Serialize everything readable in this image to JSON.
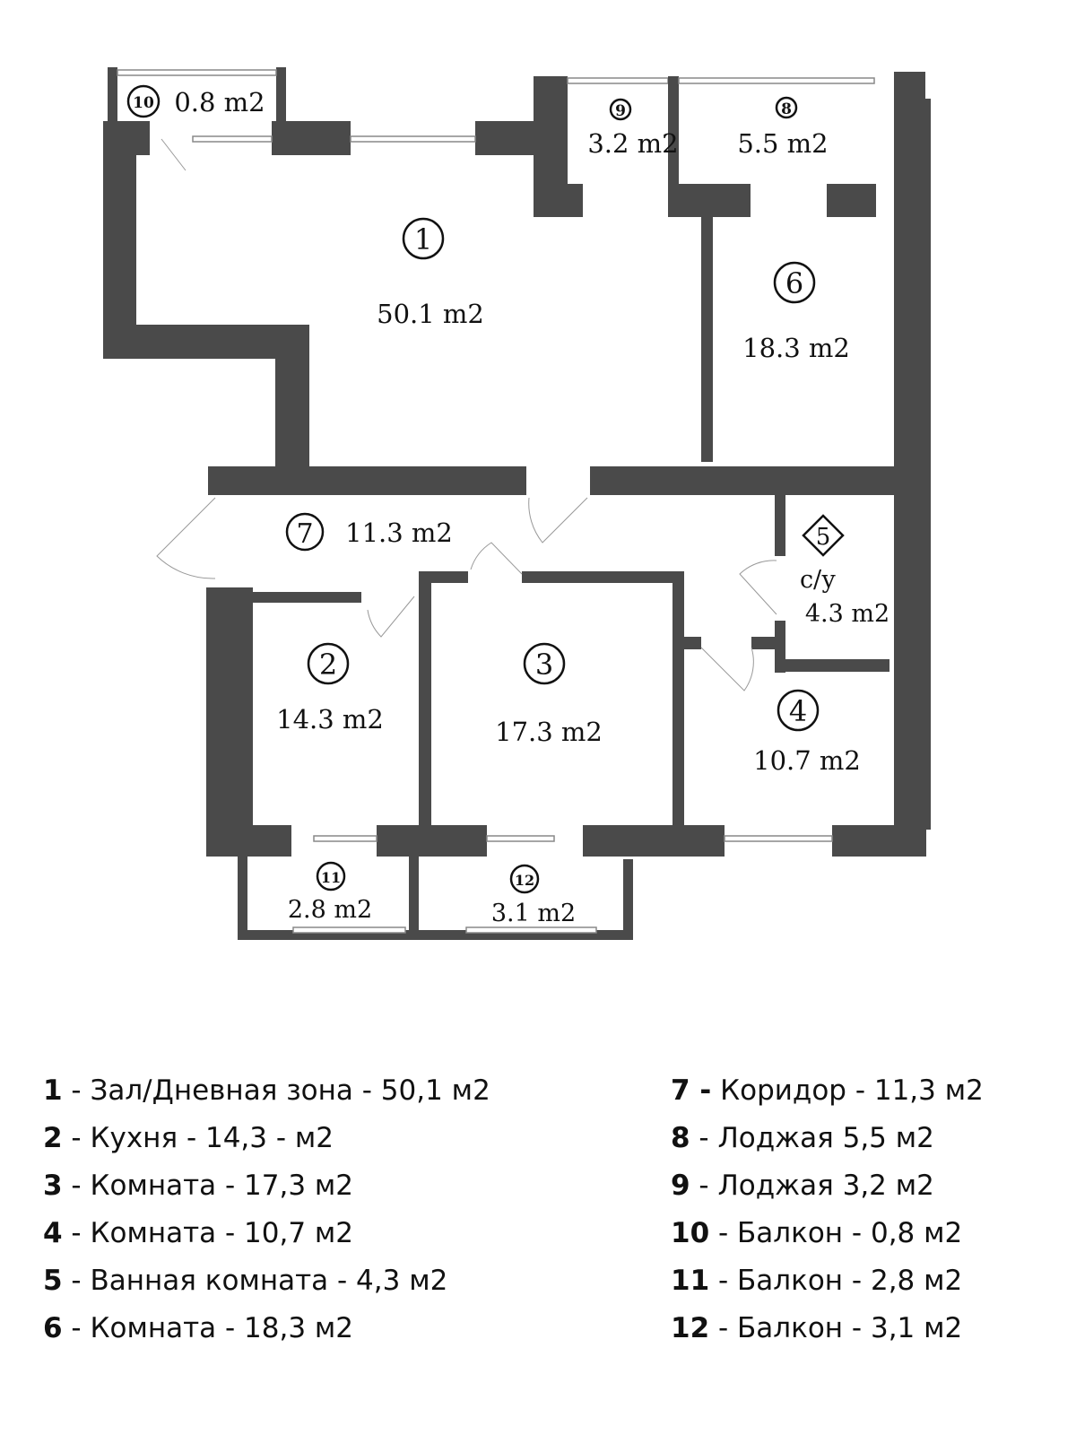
{
  "plan": {
    "rooms": [
      {
        "num": "1",
        "area": "50.1 m2"
      },
      {
        "num": "2",
        "area": "14.3 m2"
      },
      {
        "num": "3",
        "area": "17.3 m2"
      },
      {
        "num": "4",
        "area": "10.7 m2"
      },
      {
        "num": "5",
        "extra": "с/у",
        "area": "4.3 m2"
      },
      {
        "num": "6",
        "area": "18.3 m2"
      },
      {
        "num": "7",
        "area": "11.3 m2"
      },
      {
        "num": "8",
        "area": "5.5 m2"
      },
      {
        "num": "9",
        "area": "3.2 m2"
      },
      {
        "num": "10",
        "area": "0.8 m2"
      },
      {
        "num": "11",
        "area": "2.8 m2"
      },
      {
        "num": "12",
        "area": "3.1 m2"
      }
    ]
  },
  "legend": {
    "left": [
      {
        "num": "1",
        "text": " - Зал/Дневная зона - 50,1 м2"
      },
      {
        "num": "2",
        "text": " - Кухня - 14,3 - м2"
      },
      {
        "num": "3",
        "text": " - Комната - 17,3 м2"
      },
      {
        "num": "4",
        "text": " - Комната - 10,7 м2"
      },
      {
        "num": "5",
        "text": " - Ванная комната - 4,3 м2"
      },
      {
        "num": "6",
        "text": " - Комната - 18,3 м2"
      }
    ],
    "right": [
      {
        "num": "7 -",
        "text": " Коридор - 11,3 м2"
      },
      {
        "num": "8",
        "text": " - Лоджая 5,5 м2"
      },
      {
        "num": "9",
        "text": " - Лоджая 3,2 м2"
      },
      {
        "num": "10",
        "text": " - Балкон - 0,8 м2"
      },
      {
        "num": "11",
        "text": " - Балкон - 2,8 м2"
      },
      {
        "num": "12",
        "text": " - Балкон - 3,1 м2"
      }
    ]
  }
}
